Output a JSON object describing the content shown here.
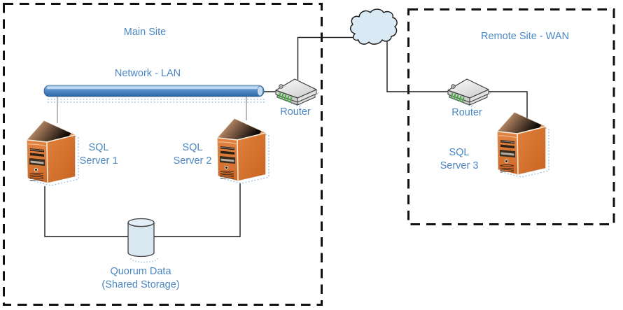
{
  "diagram": {
    "main_site": {
      "title": "Main Site",
      "network_label": "Network - LAN",
      "server1_label": "SQL\nServer 1",
      "server2_label": "SQL\nServer 2",
      "router_label": "Router",
      "quorum_label": "Quorum Data\n(Shared Storage)"
    },
    "remote_site": {
      "title": "Remote Site - WAN",
      "router_label": "Router",
      "server3_label": "SQL\nServer 3"
    },
    "colors": {
      "label_text": "#4c86c3",
      "lan_bar_blue": "#4a86c2",
      "server_orange": "#d9762f",
      "router_green": "#4fae4a",
      "cloud_fill": "#daeaf5",
      "storage_fill": "#d9e7f1",
      "boundary_black": "#111111",
      "connector_black": "#1a1a1a",
      "shadow_dots": "#a8c6e0"
    }
  }
}
